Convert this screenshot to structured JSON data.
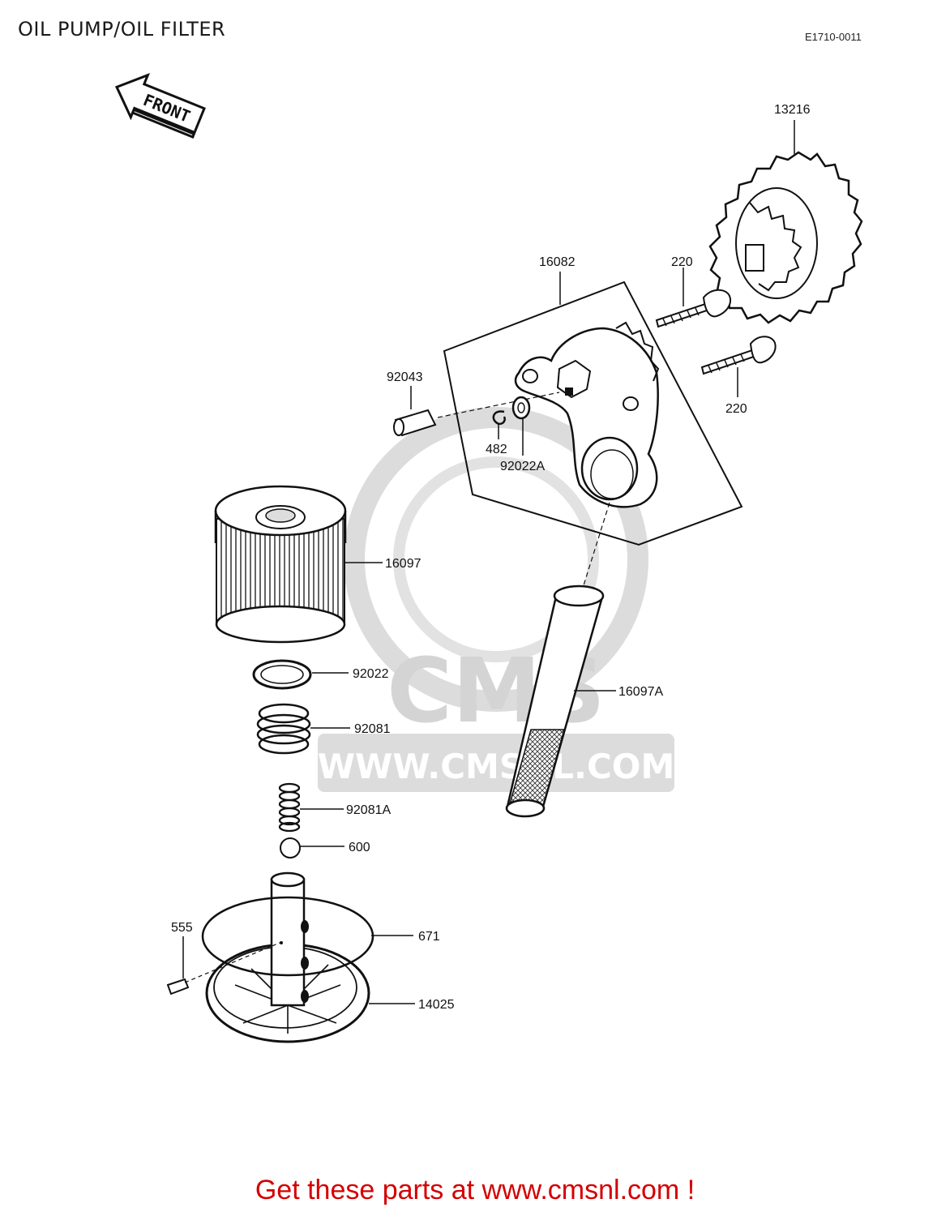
{
  "title": "OIL PUMP/OIL FILTER",
  "diagram_code": "E1710-0011",
  "front_arrow_text": "FRONT",
  "watermark": {
    "logo_text": "CMS",
    "url_text": "WWW.CMSNL.COM"
  },
  "cta": "Get these parts at www.cmsnl.com !",
  "parts": [
    {
      "id": "p13216",
      "label": "13216"
    },
    {
      "id": "p16082",
      "label": "16082"
    },
    {
      "id": "p220a",
      "label": "220"
    },
    {
      "id": "p220b",
      "label": "220"
    },
    {
      "id": "p92043",
      "label": "92043"
    },
    {
      "id": "p482",
      "label": "482"
    },
    {
      "id": "p92022A",
      "label": "92022A"
    },
    {
      "id": "p16097",
      "label": "16097"
    },
    {
      "id": "p16097A",
      "label": "16097A"
    },
    {
      "id": "p92022",
      "label": "92022"
    },
    {
      "id": "p92081",
      "label": "92081"
    },
    {
      "id": "p92081A",
      "label": "92081A"
    },
    {
      "id": "p600",
      "label": "600"
    },
    {
      "id": "p555",
      "label": "555"
    },
    {
      "id": "p671",
      "label": "671"
    },
    {
      "id": "p14025",
      "label": "14025"
    }
  ]
}
